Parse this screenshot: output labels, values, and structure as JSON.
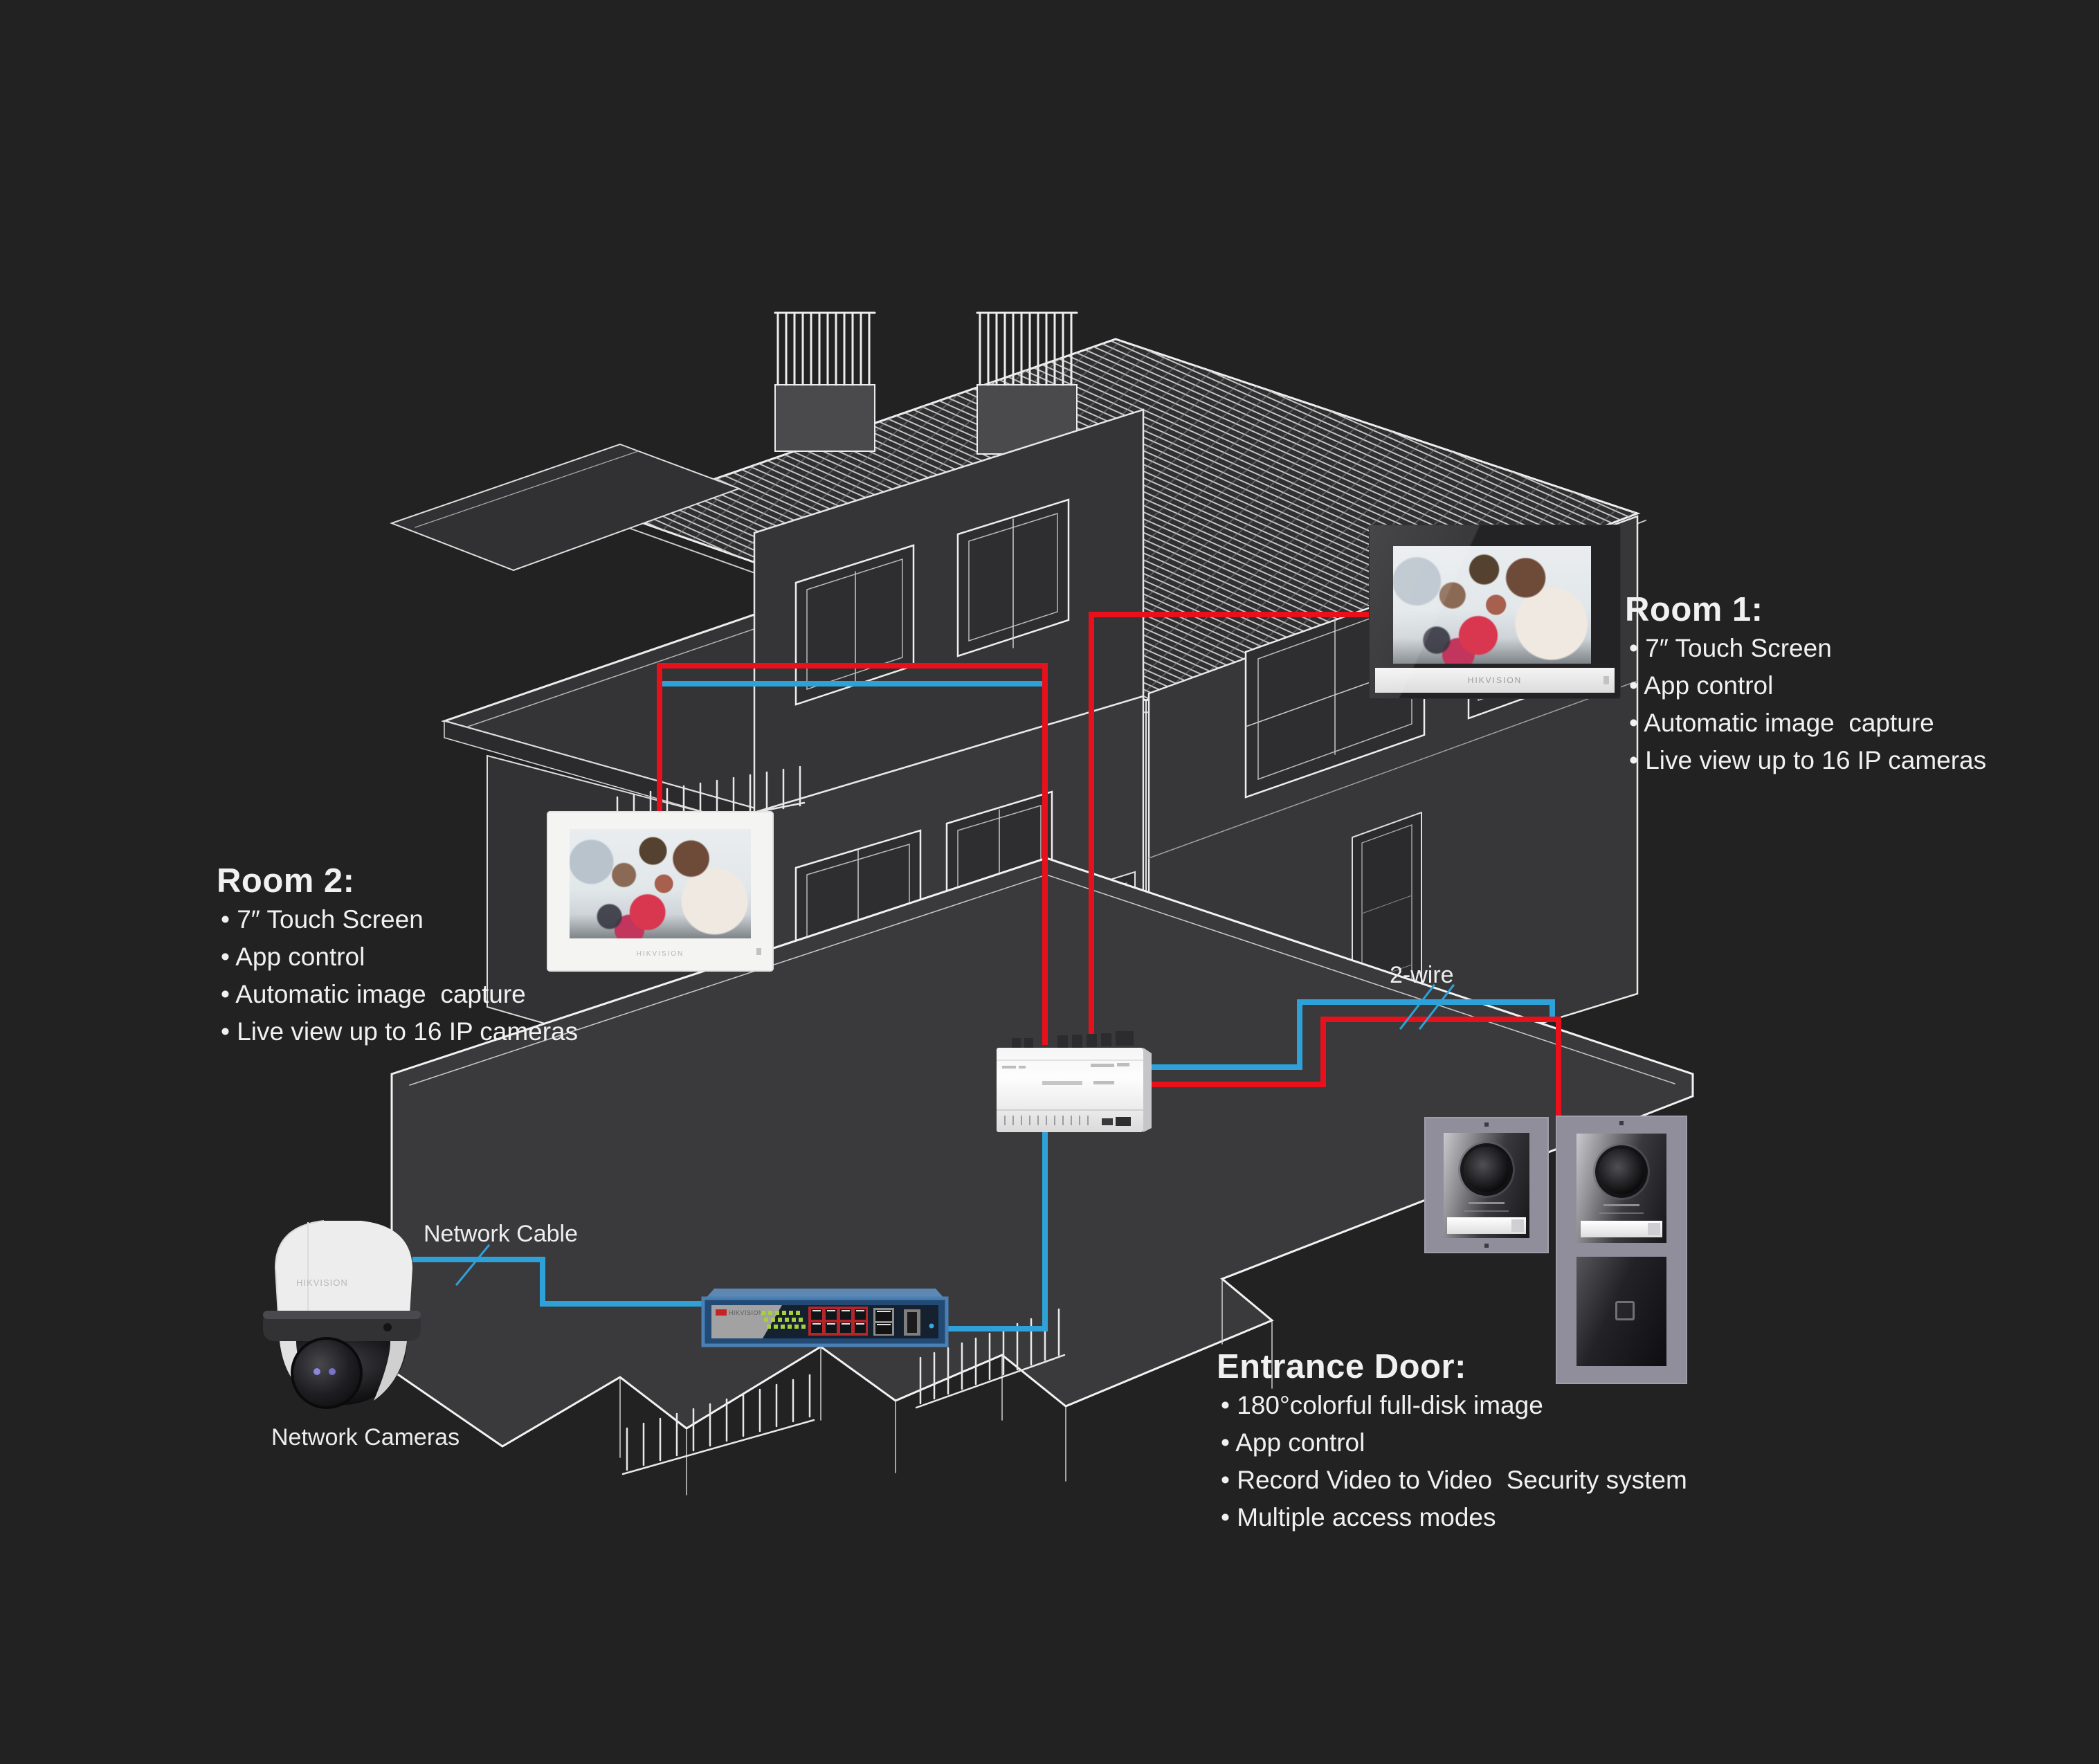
{
  "page": {
    "background": "#232222"
  },
  "colors": {
    "cable_red": "#e8101b",
    "cable_blue": "#2ea2d8",
    "text": "#f1f1f1",
    "door_station_frame": "#918e9c",
    "switch_blue": "#2d5988"
  },
  "room1": {
    "title": "Room 1:",
    "items": [
      "• 7″ Touch Screen",
      "• App control",
      "• Automatic image  capture",
      "• Live view up to 16 IP cameras"
    ]
  },
  "room2": {
    "title": "Room 2:",
    "items": [
      "• 7″ Touch Screen",
      "• App control",
      "• Automatic image  capture",
      "• Live view up to 16 IP cameras"
    ]
  },
  "entrance_door": {
    "title": "Entrance Door:",
    "items": [
      "• 180°colorful full-disk image",
      "• App control",
      "• Record Video to Video  Security system",
      "• Multiple access modes"
    ]
  },
  "labels": {
    "network_cable": "Network Cable",
    "network_cameras": "Network Cameras",
    "two_wire": "2-wire"
  },
  "branding": {
    "monitor_logo": "HIKVISION",
    "camera_logo": "HIKVISION",
    "switch_logo": "HIKVISION"
  }
}
